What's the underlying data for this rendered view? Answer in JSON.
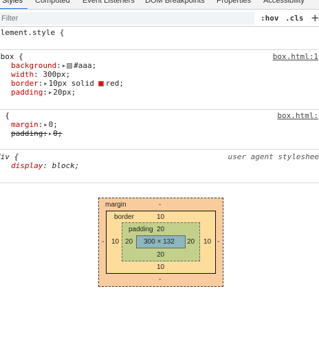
{
  "tabs": [
    "Styles",
    "Computed",
    "Event Listeners",
    "DOM Breakpoints",
    "Properties",
    "Accessibility"
  ],
  "filter": {
    "placeholder": "Filter",
    "hov": ":hov",
    "cls": ".cls",
    "plus": "+"
  },
  "rules": {
    "element_style": {
      "selector": "element.style {",
      "close": "}"
    },
    "box": {
      "selector": ".box {",
      "source": "box.html:1",
      "background": {
        "name": "background",
        "value": "#aaa",
        "swatch": "#aaaaaa"
      },
      "width": {
        "name": "width",
        "value": "300px;"
      },
      "border": {
        "name": "border",
        "value_a": "10px solid",
        "swatch": "#ff0000",
        "value_b": "red;"
      },
      "padding": {
        "name": "padding",
        "value": "20px;"
      },
      "close": "}"
    },
    "universal": {
      "selector": "* {",
      "source": "box.html:",
      "margin": {
        "name": "margin",
        "value": "0;"
      },
      "padding": {
        "name": "padding",
        "value": "0;"
      },
      "close": "}"
    },
    "div": {
      "selector": "div {",
      "source": "user agent styleshee",
      "display": {
        "name": "display",
        "value": "block;"
      },
      "close": "}"
    }
  },
  "box_model": {
    "margin": {
      "label": "margin",
      "top": "-",
      "right": "-",
      "bottom": "-",
      "left": "-"
    },
    "border": {
      "label": "border",
      "top": "10",
      "right": "10",
      "bottom": "10",
      "left": "10"
    },
    "padding": {
      "label": "padding",
      "top": "20",
      "right": "20",
      "bottom": "20",
      "left": "20"
    },
    "content": "300 × 132"
  }
}
